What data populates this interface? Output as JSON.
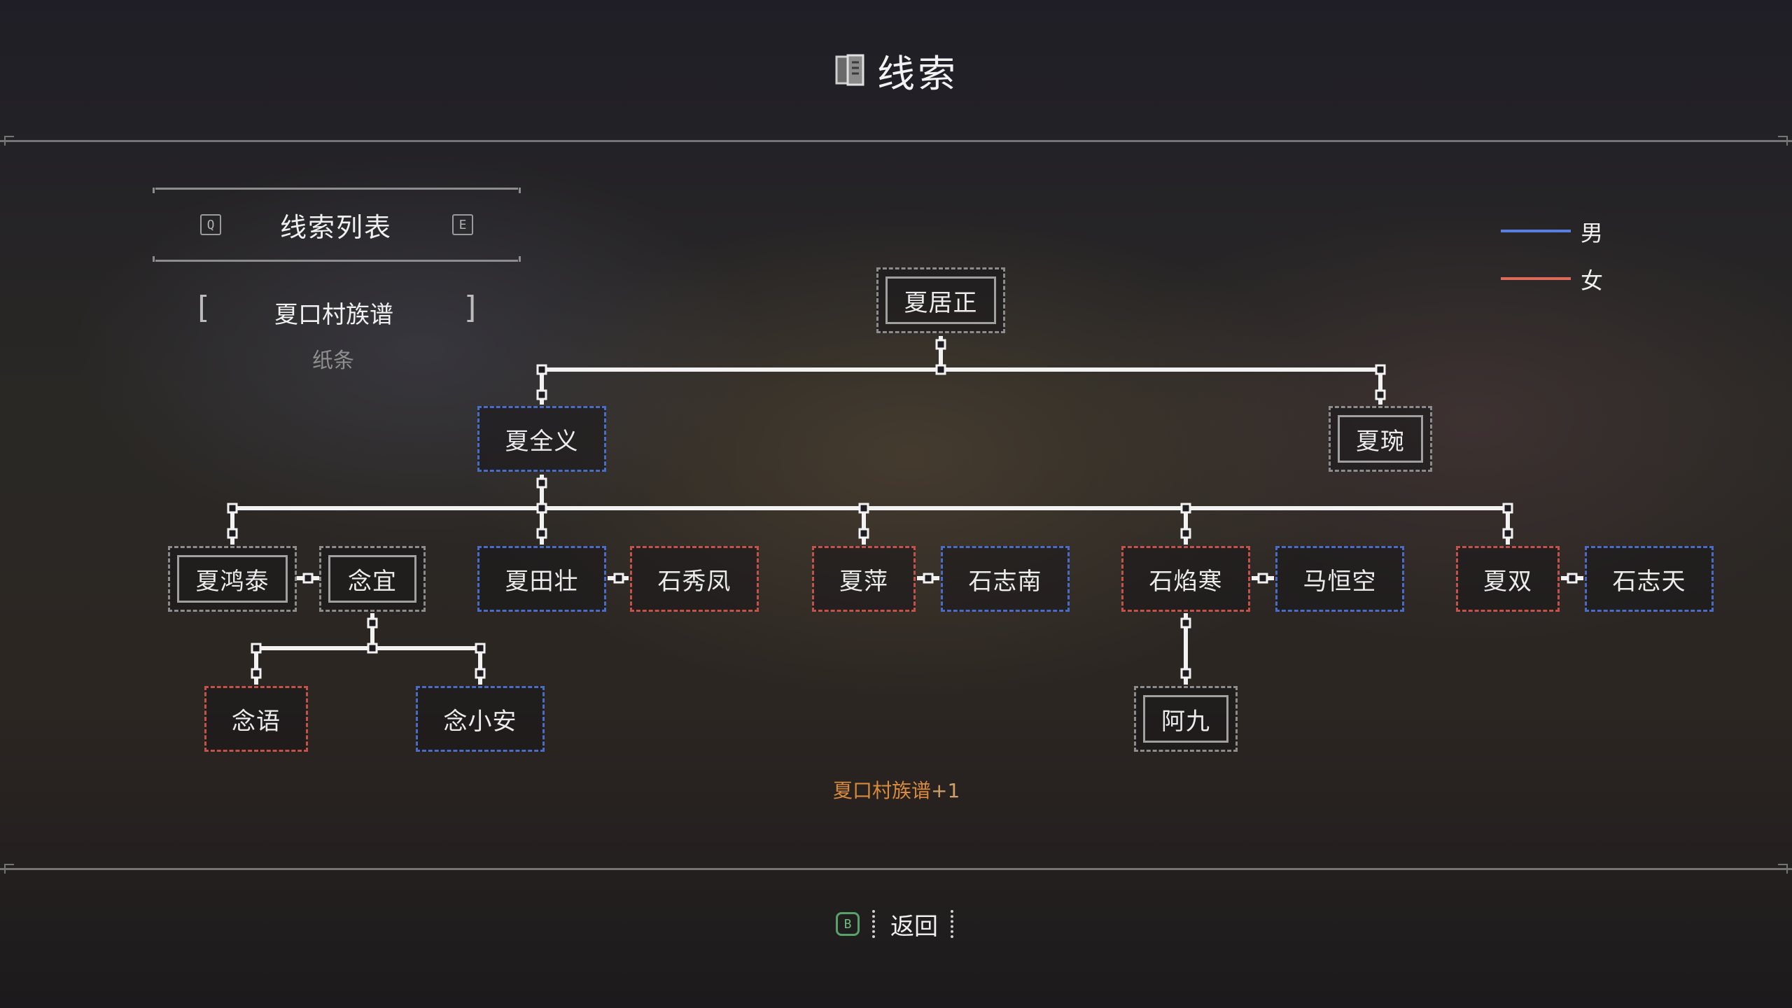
{
  "header": {
    "title": "线索",
    "icon": "book-icon"
  },
  "panel": {
    "title": "线索列表",
    "key_left": "Q",
    "key_right": "E",
    "selected_clue": {
      "name": "夏口村族谱",
      "type": "纸条"
    }
  },
  "legend": [
    {
      "label": "男",
      "color": "#5a7fe0"
    },
    {
      "label": "女",
      "color": "#e06a5a"
    }
  ],
  "tree": {
    "gen1": {
      "root": "夏居正"
    },
    "gen2": {
      "son": "夏全义",
      "daughter": "夏琬"
    },
    "gen3": {
      "a": "夏鸿泰",
      "a_spouse": "念宜",
      "b": "夏田壮",
      "b_spouse": "石秀凤",
      "c": "夏萍",
      "c_spouse": "石志南",
      "d": "石焰寒",
      "d_spouse": "马恒空",
      "e": "夏双",
      "e_spouse": "石志天"
    },
    "gen4": {
      "a1": "念语",
      "a2": "念小安",
      "d1": "阿九"
    }
  },
  "notice": {
    "name": "夏口村族谱",
    "suffix": "+1"
  },
  "footer": {
    "key": "B",
    "back_label": "返回"
  },
  "colors": {
    "male": "#4a6cc4",
    "female": "#c2524a",
    "unknown": "#8c8c8c",
    "accent": "#d98a3c"
  }
}
